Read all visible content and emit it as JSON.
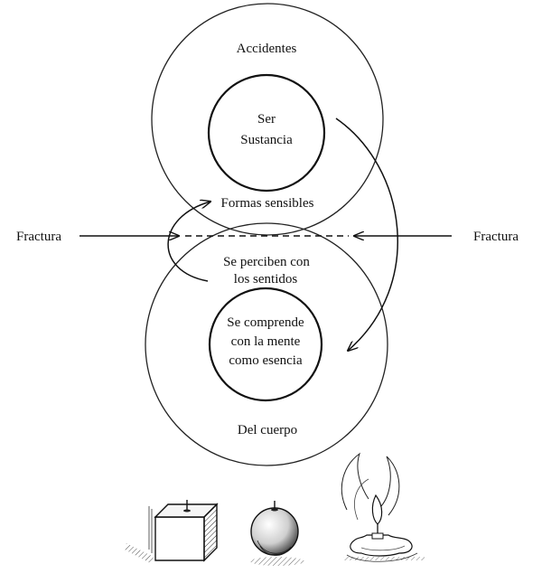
{
  "diagram": {
    "upper_circle": {
      "outer_label": "Accidentes",
      "inner_label_lines": [
        "Ser",
        "Sustancia"
      ]
    },
    "middle": {
      "top_label": "Formas sensibles",
      "bottom_label_lines": [
        "Se perciben con",
        "los sentidos"
      ]
    },
    "lower_circle": {
      "inner_label_lines": [
        "Se comprende",
        "con la mente",
        "como esencia"
      ],
      "outer_label": "Del cuerpo"
    },
    "left_arrow_label": "Fractura",
    "right_arrow_label": "Fractura",
    "objects": [
      "cube-with-wick",
      "sphere-with-wick",
      "melted-candle-with-flame"
    ]
  }
}
